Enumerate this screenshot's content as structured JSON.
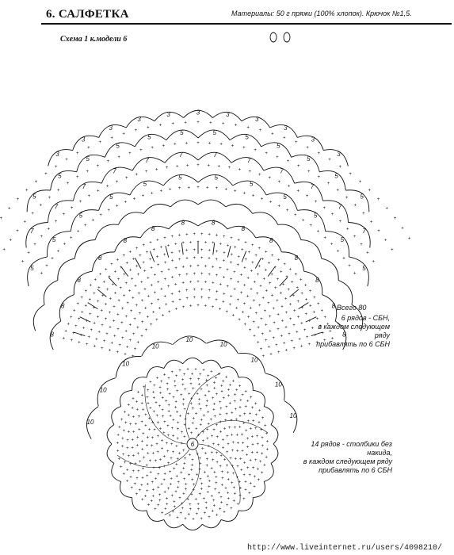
{
  "header": {
    "title": "6.  САЛФЕТКА",
    "materials": "Материалы: 50 г пряжи  (100% хлопок).  Крючок №1,5."
  },
  "diagram": {
    "scheme_label": "Схема 1 к.модели 6",
    "center_number": "6",
    "notes": {
      "total": "Всего 80",
      "six_rows": [
        "6 рядов - СБН,",
        "в каждом следующем ряду",
        "прибавлять по 6 СБН"
      ],
      "fourteen_rows": [
        "14 рядов - столбики без накида,",
        "в каждом следующем ряду",
        "прибавлять по 6 СБН"
      ]
    },
    "chain_counts": {
      "scallop_ring_10": "10",
      "ring_8": "8",
      "ring_5": "5",
      "ring_7": "7",
      "ring_3": "3"
    }
  },
  "footer": {
    "watermark": "http://www.liveinternet.ru/users/4098210/"
  },
  "colors": {
    "ink": "#111111",
    "paper": "#ffffff"
  }
}
